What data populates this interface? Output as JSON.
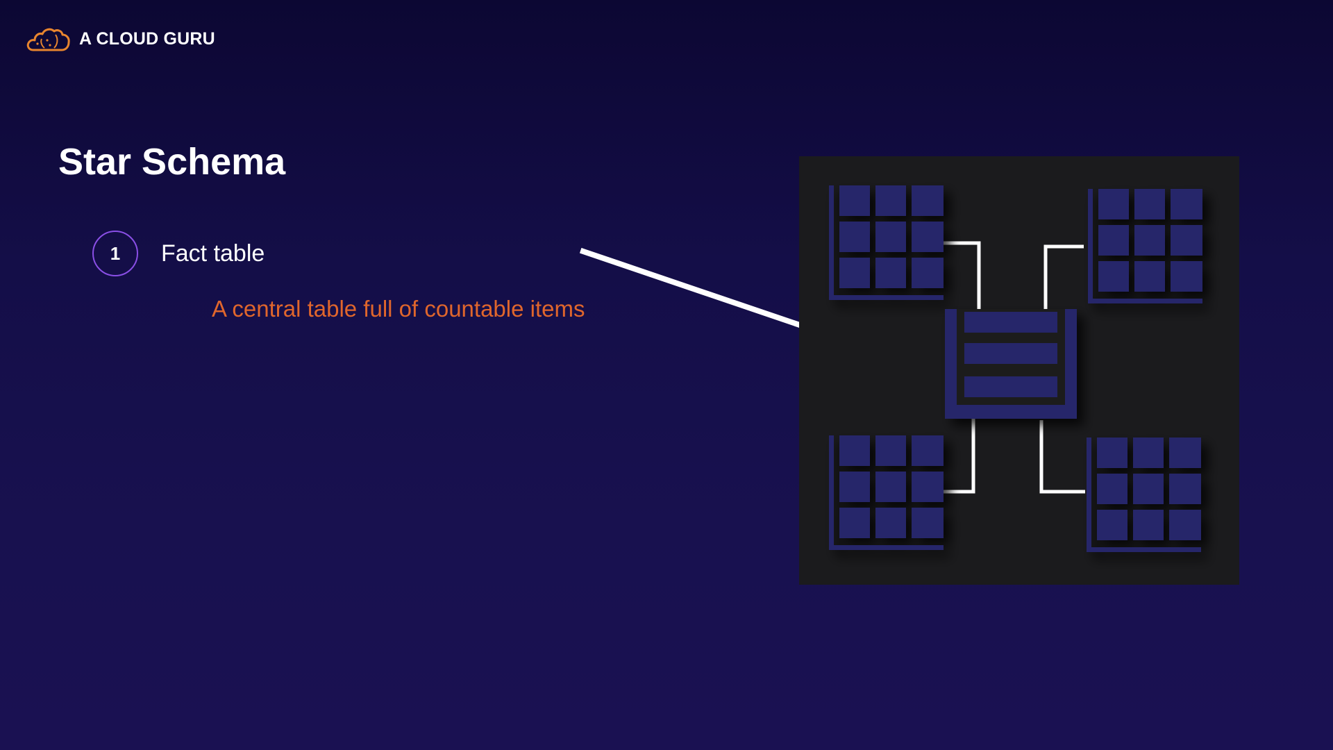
{
  "brand": {
    "name": "A CLOUD GURU",
    "icon": "cloud-logo-icon",
    "accent": "#e8852e"
  },
  "slide": {
    "title": "Star Schema",
    "items": [
      {
        "number": "1",
        "label": "Fact table",
        "description": "A central table full of countable items"
      }
    ]
  },
  "diagram": {
    "kind": "star-schema",
    "fact_table_icon": "fact-table-icon",
    "dimension_table_icon": "dimension-table-icon",
    "dimension_count": 4,
    "colors": {
      "panel": "#1b1b1d",
      "table": "#26266b",
      "connector": "#ffffff",
      "arrow": "#ffffff"
    }
  },
  "colors": {
    "background_top": "#0c0733",
    "background_bottom": "#1a1152",
    "badge_ring": "#8a4fe6",
    "description_text": "#e0662c"
  }
}
